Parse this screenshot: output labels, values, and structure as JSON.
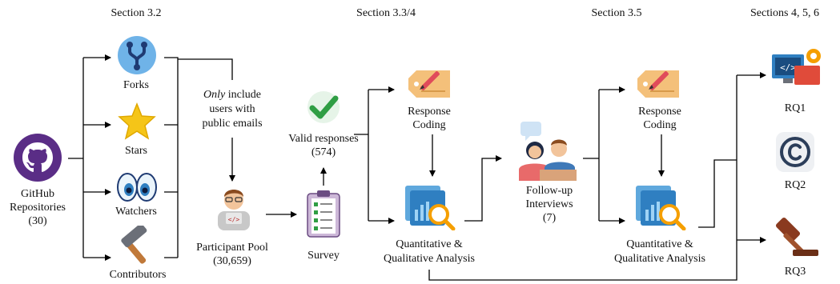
{
  "sections": {
    "s32": "Section 3.2",
    "s334": "Section 3.3/4",
    "s35": "Section 3.5",
    "s456": "Sections 4, 5, 6"
  },
  "repos": {
    "line1": "GitHub",
    "line2": "Repositories",
    "count": "(30)"
  },
  "sources": {
    "forks": "Forks",
    "stars": "Stars",
    "watchers": "Watchers",
    "contributors": "Contributors"
  },
  "filter": {
    "em": "Only",
    "rest1": " include",
    "line2": "users with",
    "line3": "public emails"
  },
  "pool": {
    "label": "Participant Pool",
    "count": "(30,659)"
  },
  "survey": {
    "label": "Survey"
  },
  "valid": {
    "label": "Valid responses",
    "count": "(574)"
  },
  "coding1": {
    "line1": "Response",
    "line2": "Coding"
  },
  "analysis1": {
    "line1": "Quantitative &",
    "line2": "Qualitative Analysis"
  },
  "interviews": {
    "line1": "Follow-up",
    "line2": "Interviews",
    "count": "(7)"
  },
  "coding2": {
    "line1": "Response",
    "line2": "Coding"
  },
  "analysis2": {
    "line1": "Quantitative &",
    "line2": "Qualitative Analysis"
  },
  "rqs": {
    "rq1": "RQ1",
    "rq2": "RQ2",
    "rq3": "RQ3"
  },
  "colors": {
    "purple": "#5a2d86",
    "blue": "#2f7fc1",
    "star": "#f5c518",
    "green": "#2f9e44",
    "coding": "#f4c07a",
    "line": "#000000"
  }
}
